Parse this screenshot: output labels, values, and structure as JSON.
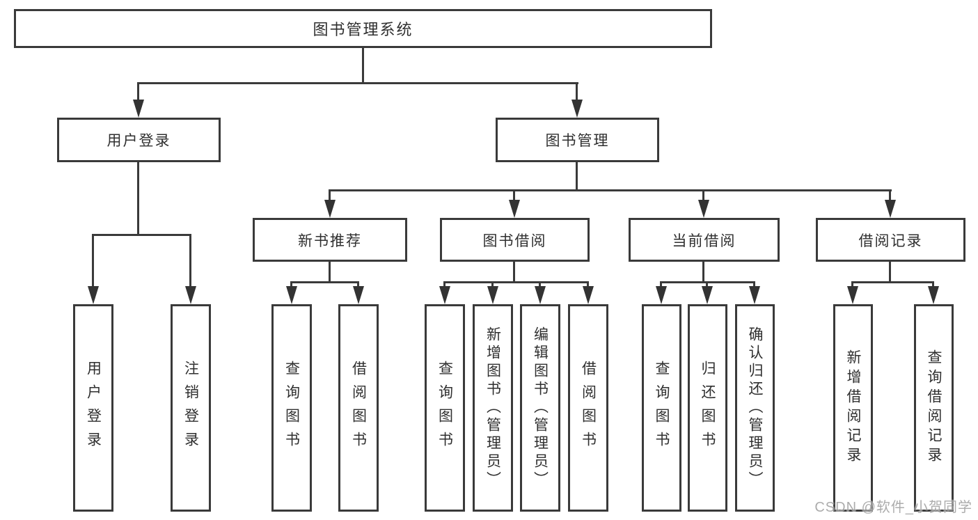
{
  "tree": {
    "root": "图书管理系统",
    "branches": [
      {
        "label": "用户登录",
        "children": [
          "用户登录",
          "注销登录"
        ]
      },
      {
        "label": "图书管理",
        "groups": [
          {
            "label": "新书推荐",
            "children": [
              "查询图书",
              "借阅图书"
            ]
          },
          {
            "label": "图书借阅",
            "children": [
              "查询图书",
              "新增图书（管理员）",
              "编辑图书（管理员）",
              "借阅图书"
            ]
          },
          {
            "label": "当前借阅",
            "children": [
              "查询图书",
              "归还图书",
              "确认归还（管理员）"
            ]
          },
          {
            "label": "借阅记录",
            "children": [
              "新增借阅记录",
              "查询借阅记录"
            ]
          }
        ]
      }
    ]
  },
  "watermark": "CSDN @软件_小贺同学",
  "colors": {
    "line": "#3a3a3a",
    "text": "#2f2f2f",
    "watermark": "#9e9e9e"
  }
}
